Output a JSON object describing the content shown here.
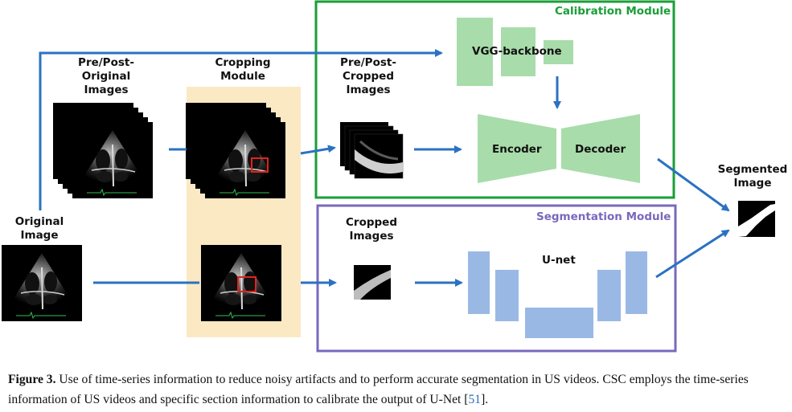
{
  "labels": {
    "pre_post_original": "Pre/Post-\nOriginal\nImages",
    "cropping_module": "Cropping\nModule",
    "pre_post_cropped": "Pre/Post-\nCropped\nImages",
    "original_image": "Original\nImage",
    "cropped_images": "Cropped\nImages",
    "segmented_image": "Segmented\nImage"
  },
  "calibration": {
    "title": "Calibration Module",
    "vgg": "VGG-backbone",
    "encoder": "Encoder",
    "decoder": "Decoder"
  },
  "segmentation": {
    "title": "Segmentation Module",
    "unet": "U-net"
  },
  "caption": {
    "figure_label": "Figure 3.",
    "text_before_cite": " Use of time-series information to reduce noisy artifacts and to perform accurate segmentation in US videos. CSC employs the time-series information of US videos and specific section information to calibrate the output of U-Net [",
    "cite": "51",
    "text_after_cite": "]."
  },
  "colors": {
    "calibration_border": "#1a9e38",
    "segmentation_border": "#7a68bd",
    "calibration_block": "#a8dcaa",
    "unet_block": "#9ab8e4",
    "cropping_highlight": "#fbe9c4",
    "arrow": "#2a72c2",
    "crop_box": "#e0231c"
  }
}
